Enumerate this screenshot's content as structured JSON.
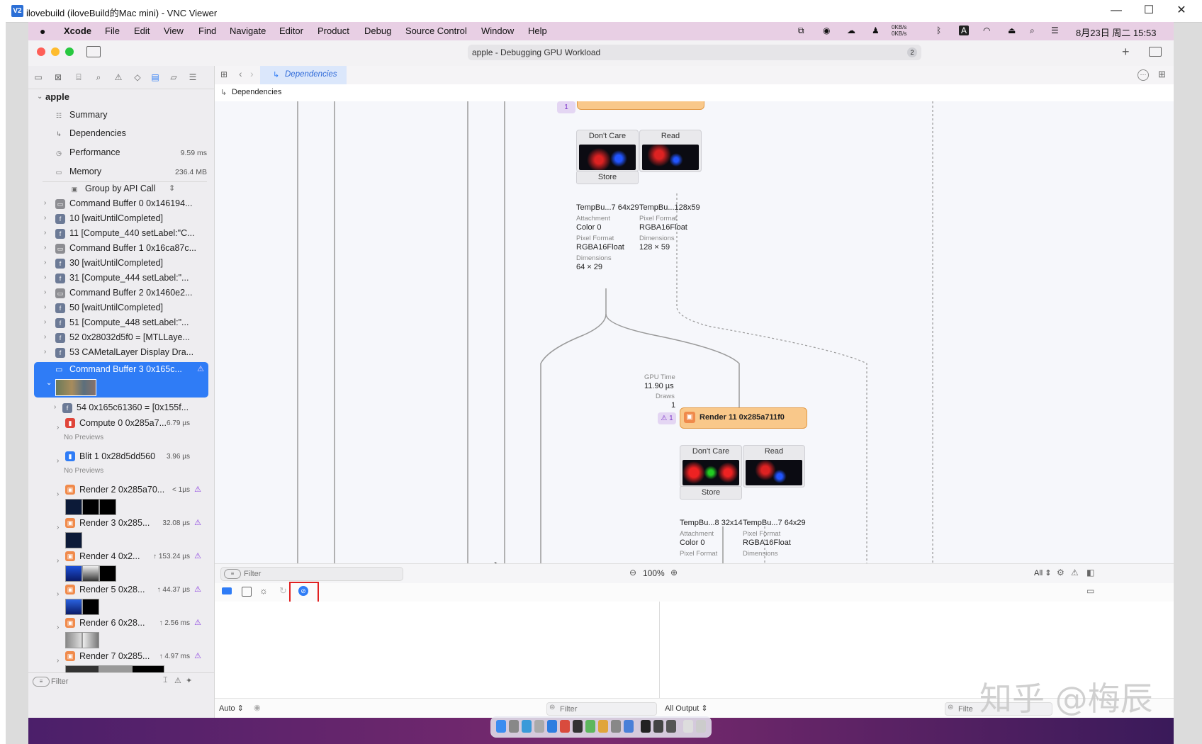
{
  "vnc": {
    "title": "ilovebuild (iloveBuild的Mac mini) - VNC Viewer",
    "logo": "V2",
    "minimize": "—",
    "maximize": "☐",
    "close": "✕"
  },
  "menubar": {
    "apple_icon": "",
    "items": [
      "Xcode",
      "File",
      "Edit",
      "View",
      "Find",
      "Navigate",
      "Editor",
      "Product",
      "Debug",
      "Source Control",
      "Window",
      "Help"
    ],
    "network": "0KB/s\n0KB/s",
    "input_method": "A",
    "datetime": "8月23日 周二  15:53"
  },
  "toolbar": {
    "scheme_title": "apple - Debugging GPU Workload",
    "badge": "2",
    "add": "+"
  },
  "sidebar": {
    "root": "apple",
    "items": [
      {
        "label": "Summary",
        "value": ""
      },
      {
        "label": "Dependencies",
        "value": ""
      },
      {
        "label": "Performance",
        "value": "9.59 ms"
      },
      {
        "label": "Memory",
        "value": "236.4 MB"
      }
    ],
    "group_by": "Group by API Call",
    "tree": [
      "Command Buffer 0 0x146194...",
      "10 [waitUntilCompleted]",
      "11 [Compute_440 setLabel:\"C...",
      "Command Buffer 1 0x16ca87c...",
      "30 [waitUntilCompleted]",
      "31 [Compute_444 setLabel:\"...",
      "Command Buffer 2 0x1460e2...",
      "50 [waitUntilCompleted]",
      "51 [Compute_448 setLabel:\"...",
      "52 0x28032d5f0 = [MTLLaye...",
      "53 CAMetalLayer Display Dra..."
    ],
    "selected": "Command Buffer 3 0x165c...",
    "child_call": "54 0x165c61360 = [0x155f...",
    "encoders": [
      {
        "label": "Compute 0 0x285a7...",
        "time": "6.79 µs",
        "sub": "No Previews",
        "warn": ""
      },
      {
        "label": "Blit 1 0x28d5dd560",
        "time": "3.96 µs",
        "sub": "No Previews",
        "warn": ""
      },
      {
        "label": "Render 2 0x285a70...",
        "time": "< 1µs",
        "sub": "",
        "warn": "⚠"
      },
      {
        "label": "Render 3 0x285...",
        "time": "32.08 µs",
        "sub": "",
        "warn": "⚠"
      },
      {
        "label": "Render 4 0x2...",
        "time": "↑ 153.24 µs",
        "sub": "",
        "warn": "⚠"
      },
      {
        "label": "Render 5 0x28...",
        "time": "↑ 44.37 µs",
        "sub": "",
        "warn": "⚠"
      },
      {
        "label": "Render 6 0x28...",
        "time": "↑ 2.56 ms",
        "sub": "",
        "warn": "⚠"
      },
      {
        "label": "Render 7 0x285...",
        "time": "↑ 4.97 ms",
        "sub": "",
        "warn": "⚠"
      }
    ],
    "filter_placeholder": "Filter"
  },
  "main": {
    "tab": "Dependencies",
    "breadcrumb": "Dependencies",
    "top_warn": "1",
    "upper": {
      "dont_care": "Don't Care",
      "read": "Read",
      "store": "Store",
      "left": {
        "name": "TempBu...7 64x29",
        "k1": "Attachment",
        "v1": "Color 0",
        "k2": "Pixel Format",
        "v2": "RGBA16Float",
        "k3": "Dimensions",
        "v3": "64 × 29"
      },
      "right": {
        "name": "TempBu...128x59",
        "k1": "Pixel Format",
        "v1": "RGBA16Float",
        "k2": "Dimensions",
        "v2": "128 × 59"
      }
    },
    "gpu": {
      "k1": "GPU Time",
      "v1": "11.90 µs",
      "k2": "Draws",
      "v2": "1"
    },
    "render_node": {
      "label": "Render 11 0x285a711f0",
      "warn": "1"
    },
    "lower": {
      "dont_care": "Don't Care",
      "read": "Read",
      "store": "Store",
      "left": {
        "name": "TempBu...8 32x14",
        "k1": "Attachment",
        "v1": "Color 0",
        "k2": "Pixel Format"
      },
      "right": {
        "name": "TempBu...7 64x29",
        "k1": "Pixel Format",
        "v1": "RGBA16Float",
        "k2": "Dimensions"
      }
    },
    "canvas_filter_placeholder": "Filter",
    "zoom": "100%",
    "scope": "All ⇕"
  },
  "console": {
    "auto": "Auto ⇕",
    "filter_placeholder": "Filter",
    "output": "All Output ⇕",
    "filter2_placeholder": "Filte"
  },
  "watermark": "知乎 @梅辰",
  "colors": {
    "menubar": "#e8cfe4",
    "selection": "#2f7cf6",
    "node_orange": "#f9c88a",
    "warning_purple": "#8a3ee0"
  }
}
